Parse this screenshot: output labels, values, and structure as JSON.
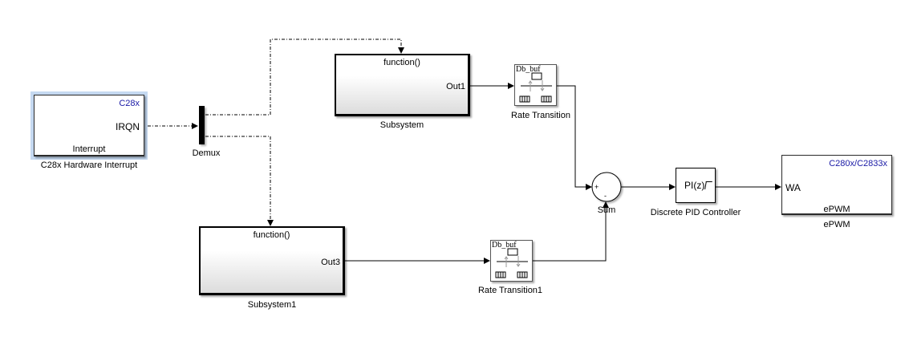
{
  "blocks": {
    "interrupt": {
      "name": "C28x Hardware Interrupt",
      "target_label": "C28x",
      "port_label": "IRQN",
      "inner_label": "Interrupt",
      "selected": true
    },
    "demux": {
      "name": "Demux"
    },
    "subsystem": {
      "name": "Subsystem",
      "trigger_label": "function()",
      "out_label": "Out1"
    },
    "subsystem1": {
      "name": "Subsystem1",
      "trigger_label": "function()",
      "out_label": "Out3"
    },
    "rate_transition": {
      "name": "Rate Transition",
      "icon_label": "Db_buf"
    },
    "rate_transition1": {
      "name": "Rate Transition1",
      "icon_label": "Db_buf"
    },
    "sum": {
      "name": "Sum",
      "signs": [
        "+",
        "-"
      ]
    },
    "pid": {
      "name": "Discrete PID Controller",
      "icon_label": "PI(z)"
    },
    "epwm": {
      "name": "ePWM",
      "target_label": "C280x/C2833x",
      "port_label": "WA",
      "inner_label": "ePWM"
    }
  },
  "colors": {
    "line": "#000000",
    "selection_halo": "#c5d9f1",
    "target_text": "#1a1aa6"
  }
}
